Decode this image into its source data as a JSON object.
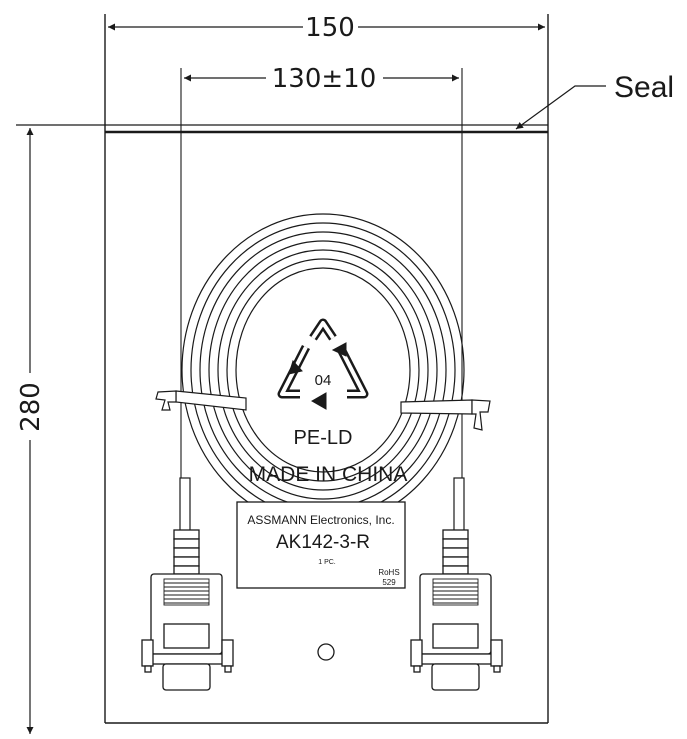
{
  "dimensions": {
    "overall_width": "150",
    "cable_width": "130±10",
    "overall_height": "280"
  },
  "callout": {
    "seal": "Seal"
  },
  "recycling": {
    "code": "04",
    "material": "PE-LD"
  },
  "origin": "MADE IN CHINA",
  "label": {
    "manufacturer": "ASSMANN Electronics, Inc.",
    "part_number": "AK142-3-R",
    "quantity": "1 PC.",
    "rohs": "RoHS",
    "rohs_code": "529"
  },
  "colors": {
    "line": "#1a1a1a",
    "background": "#ffffff"
  }
}
